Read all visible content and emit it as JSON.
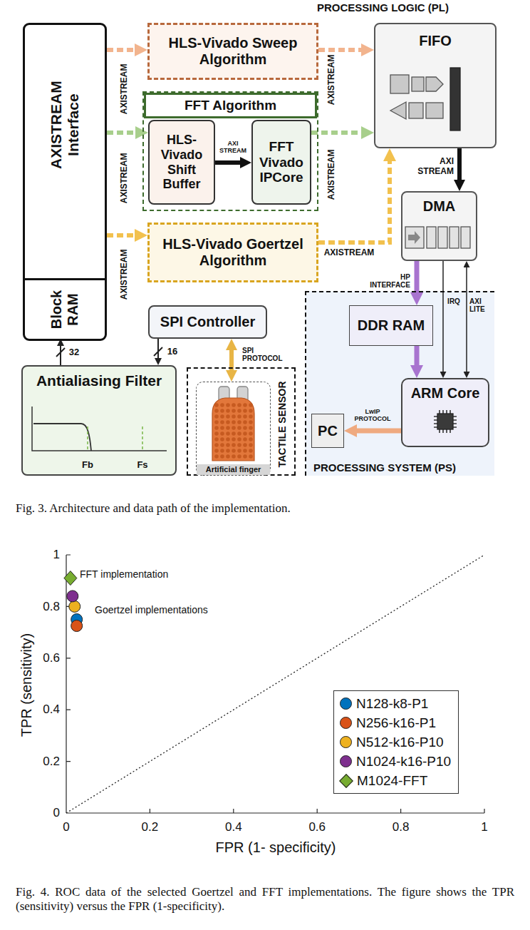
{
  "diagram": {
    "caption": "Fig. 3. Architecture and data path of the implementation.",
    "nodes": [
      {
        "text": [
          "AXISTREAM Interface"
        ]
      },
      {
        "text": [
          "Block RAM"
        ],
        "in": 0
      },
      {
        "text": [
          "HLS-Vivado Sweep Algorithm"
        ]
      },
      {
        "text": [
          "FFT Algorithm"
        ]
      },
      {
        "text": [
          "HLS-Vivado Shift Buffer"
        ],
        "in": 3
      },
      {
        "text": [
          "FFT Vivado IPCore"
        ],
        "in": 3
      },
      {
        "text": [
          "HLS-Vivado Goertzel Algorithm"
        ]
      },
      {
        "text": [
          "FIFO"
        ]
      },
      {
        "text": [
          "DMA"
        ]
      },
      {
        "text": [
          "SPI Controller"
        ]
      },
      {
        "text": [
          "Antialiasing Filter"
        ]
      },
      {
        "text": [
          "TACTILE SENSOR"
        ]
      },
      {
        "text": [
          "Artificial finger"
        ],
        "in": 11
      },
      {
        "text": [
          "PROCESSING SYSTEM (PS)"
        ]
      },
      {
        "text": [
          "DDR RAM"
        ],
        "in": 13
      },
      {
        "text": [
          "ARM Core"
        ],
        "in": 13
      },
      {
        "text": [
          "PC"
        ],
        "in": 13
      }
    ],
    "edges": [
      {
        "from": 0,
        "to": 2,
        "arrow": "to",
        "label": "AXISTREAM"
      },
      {
        "from": 0,
        "to": 4,
        "arrow": "to",
        "label": "AXISTREAM"
      },
      {
        "from": 4,
        "to": 5,
        "arrow": "to",
        "label": "AXI STREAM"
      },
      {
        "from": 5,
        "to": 7,
        "arrow": "to",
        "label": "AXISTREAM"
      },
      {
        "from": 2,
        "to": 7,
        "arrow": "to",
        "label": "AXISTREAM"
      },
      {
        "from": 0,
        "to": 6,
        "arrow": "to",
        "label": "AXISTREAM"
      },
      {
        "from": 6,
        "to": 7,
        "arrow": "to",
        "label": "AXISTREAM"
      },
      {
        "from": 7,
        "to": 8,
        "arrow": "to",
        "label": "AXI STREAM"
      },
      {
        "from": 8,
        "to": 14,
        "arrow": "to",
        "label": "HP INTERFACE"
      },
      {
        "from": 14,
        "to": 15,
        "arrow": "to"
      },
      {
        "from": 8,
        "to": 15,
        "arrow": "to",
        "label": "IRQ"
      },
      {
        "from": 15,
        "to": 8,
        "arrow": "both",
        "label": "AXI LITE"
      },
      {
        "from": 15,
        "to": 16,
        "arrow": "to",
        "label": "LwIP PROTOCOL"
      },
      {
        "from": 10,
        "to": 1,
        "arrow": "to",
        "label": "32"
      },
      {
        "from": 9,
        "to": 10,
        "arrow": "to",
        "label": "16"
      },
      {
        "from": 9,
        "to": 12,
        "arrow": "both",
        "label": "SPI PROTOCOL"
      }
    ],
    "labels": [
      "PROCESSING LOGIC (PL)",
      "Fb",
      "Fs",
      "1",
      "0.8",
      "0.6",
      "0.4",
      "0.2",
      "0",
      "0",
      "0.2",
      "0.4",
      "0.6",
      "0.8",
      "1",
      "TPR (sensitivity)",
      "FPR (1- specificity)",
      "FFT implementation",
      "Goertzel implementations",
      "Fig. 4. ROC data of the selected Goertzel and FFT implementations. The figure shows the TPR (sensitivity) versus the FPR (1-specificity)."
    ],
    "legend": [
      {
        "text": "N128-k8-P1",
        "color": "#0072bd"
      },
      {
        "text": "N256-k16-P1",
        "color": "#d95319"
      },
      {
        "text": "N512-k16-P10",
        "color": "#edb120"
      },
      {
        "text": "N1024-k16-P10",
        "color": "#7e2f8e"
      },
      {
        "text": "M1024-FFT",
        "color": "#77ac30"
      }
    ]
  }
}
